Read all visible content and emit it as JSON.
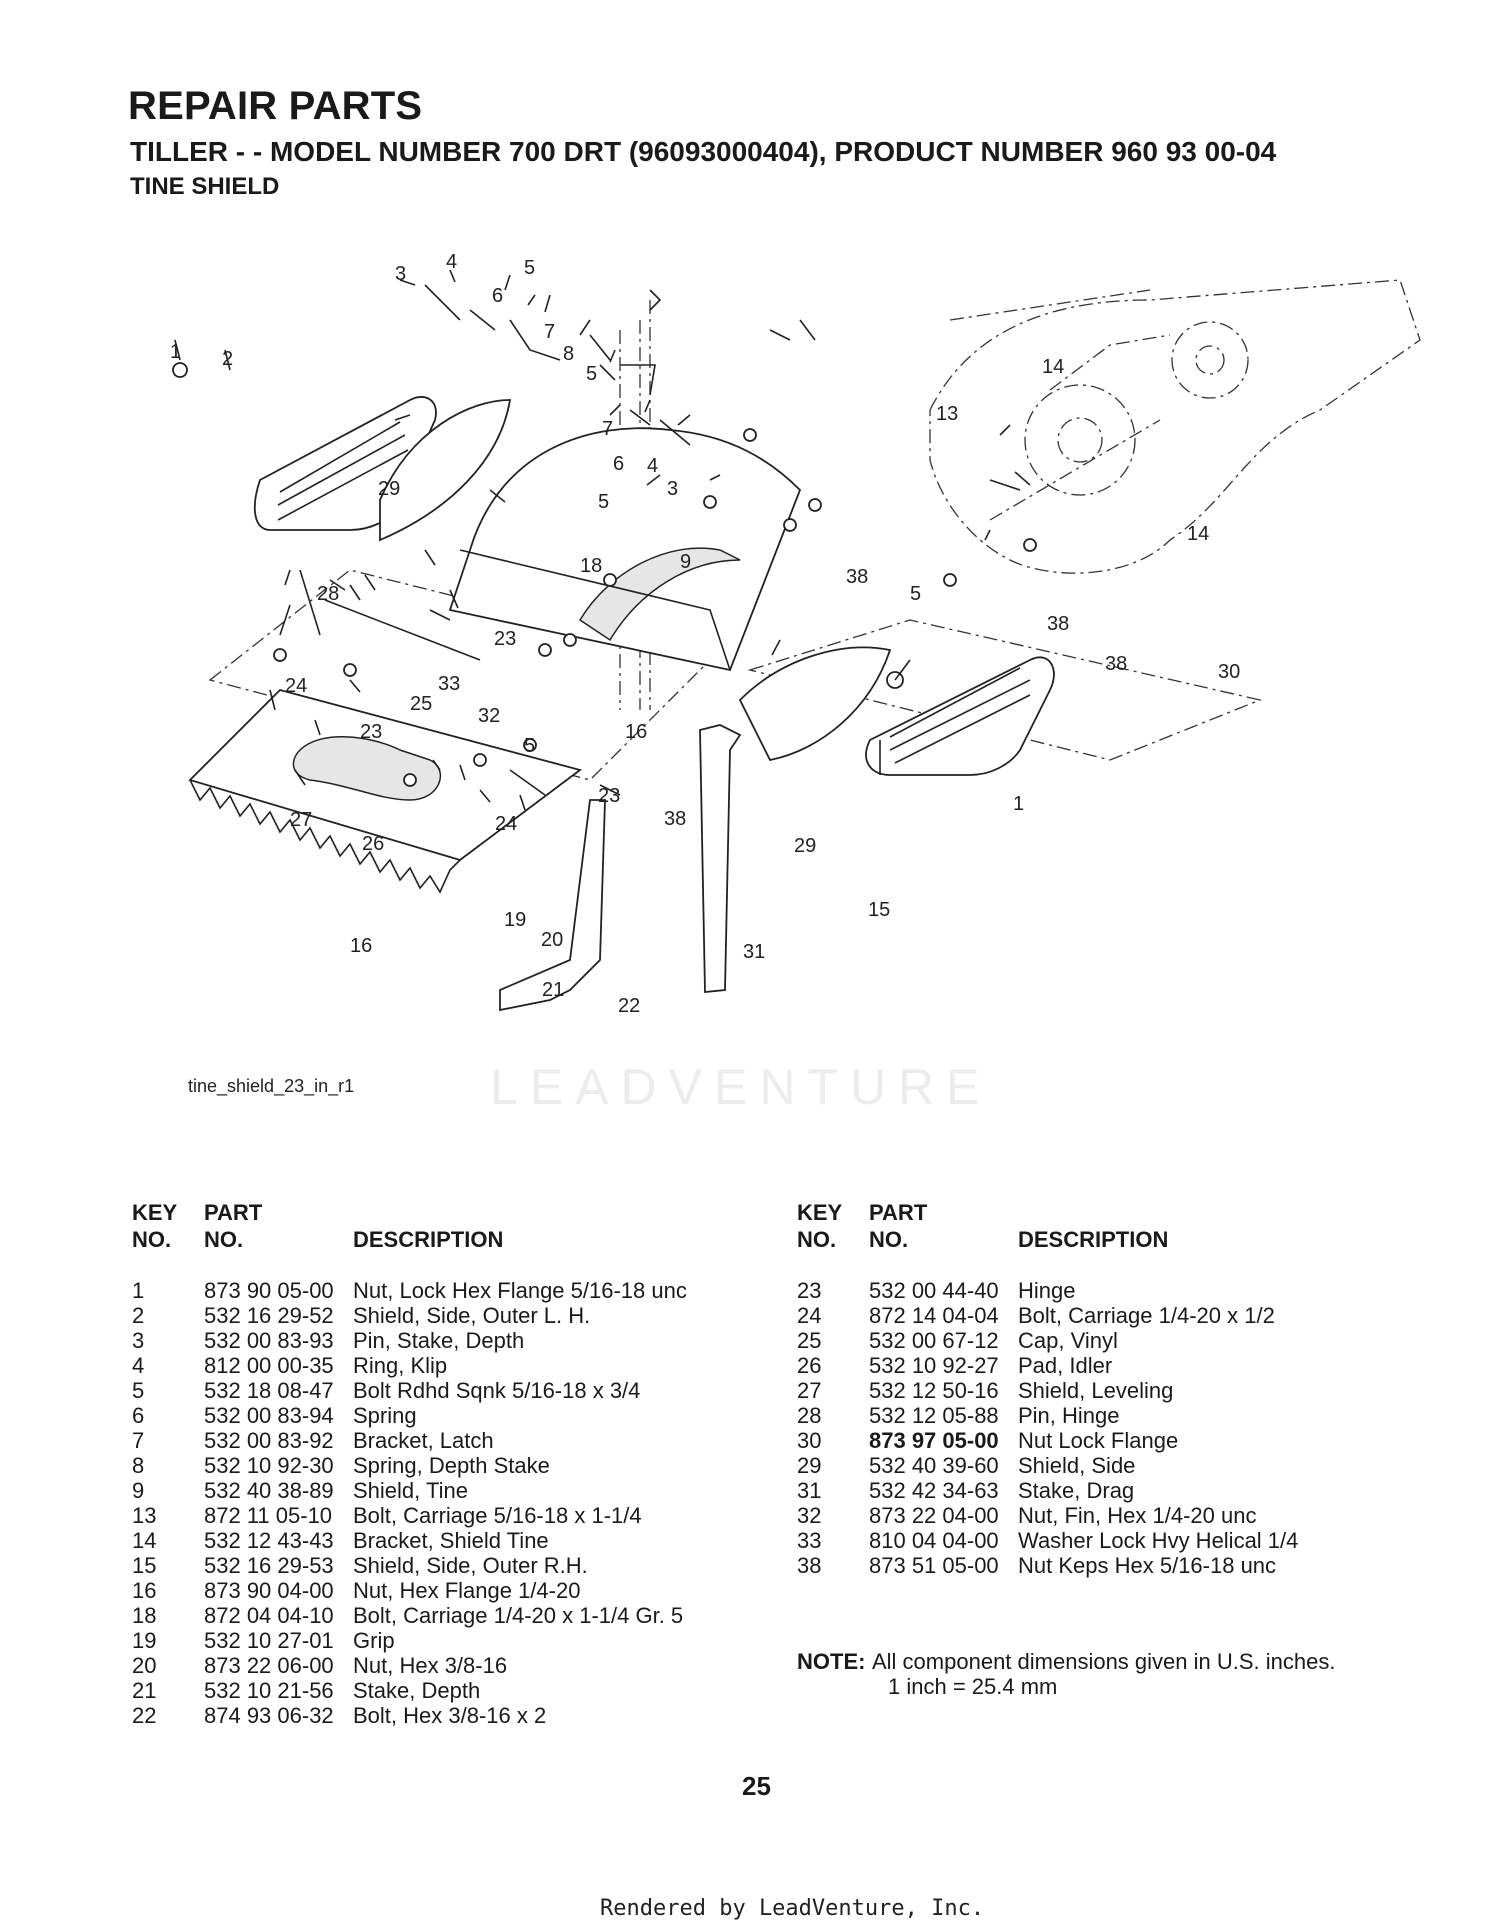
{
  "header": {
    "title": "REPAIR PARTS",
    "subtitle": "TILLER - - MODEL NUMBER 700 DRT (96093000404), PRODUCT NUMBER 960 93 00-04",
    "section": "TINE SHIELD"
  },
  "diagram": {
    "ref": "tine_shield_23_in_r1",
    "callouts": [
      {
        "key": "1"
      },
      {
        "key": "2"
      },
      {
        "key": "3"
      },
      {
        "key": "4"
      },
      {
        "key": "5"
      },
      {
        "key": "6"
      },
      {
        "key": "7"
      },
      {
        "key": "8"
      },
      {
        "key": "5"
      },
      {
        "key": "7"
      },
      {
        "key": "6"
      },
      {
        "key": "4"
      },
      {
        "key": "3"
      },
      {
        "key": "29"
      },
      {
        "key": "18"
      },
      {
        "key": "9"
      },
      {
        "key": "5"
      },
      {
        "key": "28"
      },
      {
        "key": "23"
      },
      {
        "key": "33"
      },
      {
        "key": "24"
      },
      {
        "key": "25"
      },
      {
        "key": "32"
      },
      {
        "key": "23"
      },
      {
        "key": "5"
      },
      {
        "key": "16"
      },
      {
        "key": "23"
      },
      {
        "key": "24"
      },
      {
        "key": "38"
      },
      {
        "key": "29"
      },
      {
        "key": "1"
      },
      {
        "key": "15"
      },
      {
        "key": "27"
      },
      {
        "key": "26"
      },
      {
        "key": "16"
      },
      {
        "key": "19"
      },
      {
        "key": "20"
      },
      {
        "key": "21"
      },
      {
        "key": "22"
      },
      {
        "key": "31"
      },
      {
        "key": "14"
      },
      {
        "key": "13"
      },
      {
        "key": "14"
      },
      {
        "key": "38"
      },
      {
        "key": "5"
      },
      {
        "key": "38"
      },
      {
        "key": "38"
      },
      {
        "key": "30"
      }
    ]
  },
  "table_headers": {
    "key_line1": "KEY",
    "key_line2": "NO.",
    "part_line1": "PART",
    "part_line2": "NO.",
    "description": "DESCRIPTION"
  },
  "parts_left": [
    {
      "key": "1",
      "part": "873 90 05-00",
      "desc": "Nut, Lock Hex Flange 5/16-18 unc"
    },
    {
      "key": "2",
      "part": "532 16 29-52",
      "desc": "Shield, Side, Outer L. H."
    },
    {
      "key": "3",
      "part": "532 00 83-93",
      "desc": "Pin, Stake, Depth"
    },
    {
      "key": "4",
      "part": "812 00 00-35",
      "desc": "Ring, Klip"
    },
    {
      "key": "5",
      "part": "532 18 08-47",
      "desc": "Bolt Rdhd Sqnk 5/16-18 x 3/4"
    },
    {
      "key": "6",
      "part": "532 00 83-94",
      "desc": "Spring"
    },
    {
      "key": "7",
      "part": "532 00 83-92",
      "desc": "Bracket, Latch"
    },
    {
      "key": "8",
      "part": "532 10 92-30",
      "desc": "Spring, Depth Stake"
    },
    {
      "key": "9",
      "part": "532 40 38-89",
      "desc": "Shield, Tine"
    },
    {
      "key": "13",
      "part": "872 11 05-10",
      "desc": "Bolt, Carriage  5/16-18 x 1-1/4"
    },
    {
      "key": "14",
      "part": "532 12 43-43",
      "desc": "Bracket, Shield Tine"
    },
    {
      "key": "15",
      "part": "532 16 29-53",
      "desc": "Shield, Side, Outer R.H."
    },
    {
      "key": "16",
      "part": "873 90 04-00",
      "desc": "Nut, Hex Flange 1/4-20"
    },
    {
      "key": "18",
      "part": "872 04 04-10",
      "desc": "Bolt, Carriage  1/4-20 x 1-1/4 Gr. 5"
    },
    {
      "key": "19",
      "part": "532 10 27-01",
      "desc": "Grip"
    },
    {
      "key": "20",
      "part": "873 22 06-00",
      "desc": "Nut, Hex  3/8-16"
    },
    {
      "key": "21",
      "part": "532 10 21-56",
      "desc": "Stake, Depth"
    },
    {
      "key": "22",
      "part": "874 93 06-32",
      "desc": "Bolt, Hex  3/8-16 x 2"
    }
  ],
  "parts_right": [
    {
      "key": "23",
      "part": "532 00 44-40",
      "desc": "Hinge"
    },
    {
      "key": "24",
      "part": "872 14 04-04",
      "desc": "Bolt, Carriage  1/4-20 x 1/2"
    },
    {
      "key": "25",
      "part": "532 00 67-12",
      "desc": "Cap, Vinyl"
    },
    {
      "key": "26",
      "part": "532 10 92-27",
      "desc": "Pad, Idler"
    },
    {
      "key": "27",
      "part": "532 12 50-16",
      "desc": "Shield, Leveling"
    },
    {
      "key": "28",
      "part": "532 12 05-88",
      "desc": "Pin, Hinge"
    },
    {
      "key": "30",
      "part": "873 97 05-00",
      "desc": "Nut Lock Flange"
    },
    {
      "key": "29",
      "part": "532 40 39-60",
      "desc": "Shield, Side"
    },
    {
      "key": "31",
      "part": "532 42 34-63",
      "desc": "Stake, Drag"
    },
    {
      "key": "32",
      "part": "873 22 04-00",
      "desc": "Nut, Fin, Hex 1/4-20 unc"
    },
    {
      "key": "33",
      "part": "810 04 04-00",
      "desc": "Washer Lock Hvy Helical 1/4"
    },
    {
      "key": "38",
      "part": "873 51 05-00",
      "desc": "Nut Keps Hex 5/16-18 unc"
    }
  ],
  "note": {
    "label": "NOTE:",
    "line1": "All component dimensions given in U.S. inches.",
    "line2": "1 inch = 25.4 mm"
  },
  "footer": {
    "page_number": "25",
    "rendered_by": "Rendered by LeadVenture, Inc.",
    "watermark": "LEADVENTURE"
  }
}
